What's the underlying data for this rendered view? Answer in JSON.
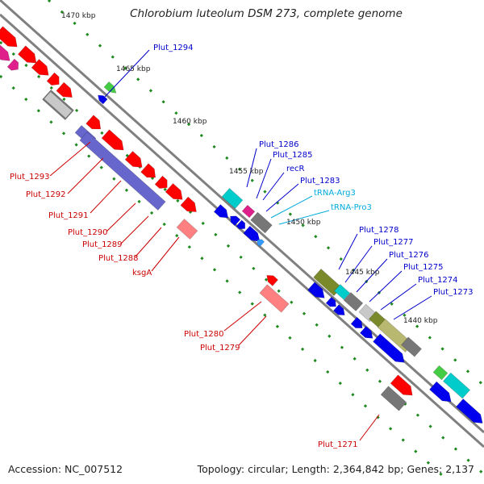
{
  "title": "Chlorobium luteolum DSM 273, complete genome",
  "accession_text": "Accession: NC_007512",
  "summary_text": "Topology: circular; Length: 2,364,842 bp; Genes: 2,137",
  "colors": {
    "backbone": "#808080",
    "tick": "#1f8a1f",
    "red_feature": "#ff0000",
    "blue_feature": "#0000ee",
    "red_label": "#cc0000",
    "blue_label": "#0000cc",
    "trna_label": "#00aadd",
    "cyan_feature": "#00cccc",
    "grey_feature": "#777777",
    "olive_feature": "#7a8a2a",
    "khaki_feature": "#b8b870",
    "slate_feature": "#6666cc",
    "pink_feature": "#ff8080",
    "magenta_feature": "#e0208a",
    "green_feature": "#44cc44"
  },
  "ruler_labels": [
    "1470 kbp",
    "1465 kbp",
    "1460 kbp",
    "1455 kbp",
    "1450 kbp",
    "1445 kbp",
    "1440 kbp"
  ],
  "gene_labels": [
    {
      "text": "Plut_1294",
      "color": "blue"
    },
    {
      "text": "Plut_1286",
      "color": "blue"
    },
    {
      "text": "Plut_1285",
      "color": "blue"
    },
    {
      "text": "recR",
      "color": "blue"
    },
    {
      "text": "Plut_1283",
      "color": "blue"
    },
    {
      "text": "tRNA-Arg3",
      "color": "trna"
    },
    {
      "text": "tRNA-Pro3",
      "color": "trna"
    },
    {
      "text": "Plut_1293",
      "color": "red"
    },
    {
      "text": "Plut_1292",
      "color": "red"
    },
    {
      "text": "Plut_1291",
      "color": "red"
    },
    {
      "text": "Plut_1290",
      "color": "red"
    },
    {
      "text": "Plut_1289",
      "color": "red"
    },
    {
      "text": "Plut_1288",
      "color": "red"
    },
    {
      "text": "ksgA",
      "color": "red"
    },
    {
      "text": "Plut_1278",
      "color": "blue"
    },
    {
      "text": "Plut_1277",
      "color": "blue"
    },
    {
      "text": "Plut_1276",
      "color": "blue"
    },
    {
      "text": "Plut_1275",
      "color": "blue"
    },
    {
      "text": "Plut_1274",
      "color": "blue"
    },
    {
      "text": "Plut_1273",
      "color": "blue"
    },
    {
      "text": "Plut_1280",
      "color": "red"
    },
    {
      "text": "Plut_1279",
      "color": "red"
    },
    {
      "text": "Plut_1271",
      "color": "red"
    }
  ]
}
